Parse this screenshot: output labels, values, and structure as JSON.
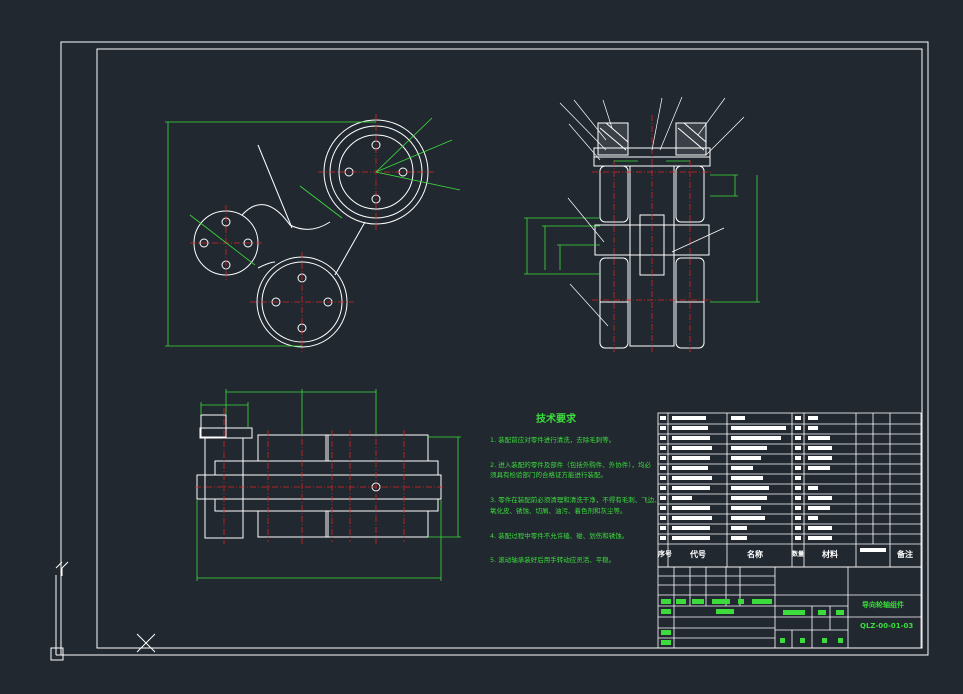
{
  "drawing": {
    "tech_title": "技术要求",
    "tech_lines": [
      "1. 装配前应对零件进行清洗，去除毛刺等。",
      "2. 进入装配的零件及部件（包括外购件、外协件），均必",
      "须具有检验部门的合格证方能进行装配。",
      "3. 零件在装配前必须清理和清洗干净，不得有毛刺、飞边、",
      "氧化皮、锈蚀、切屑、油污、着色剂和灰尘等。",
      "4. 装配过程中零件不允许磕、碰、划伤和锈蚀。",
      "5. 滚动轴承装好后用手转动应灵活、平稳。"
    ],
    "table_headers": {
      "seq": "序号",
      "code": "代号",
      "name": "名称",
      "qty": "数量",
      "material": "材料",
      "note": "备注"
    },
    "title_name": "导向轮轴组件",
    "drawing_number": "QLZ-00-01-03"
  },
  "colors": {
    "background": "#212830",
    "line": "#ffffff",
    "dimension": "#3cdc3c",
    "center": "#e02020"
  }
}
